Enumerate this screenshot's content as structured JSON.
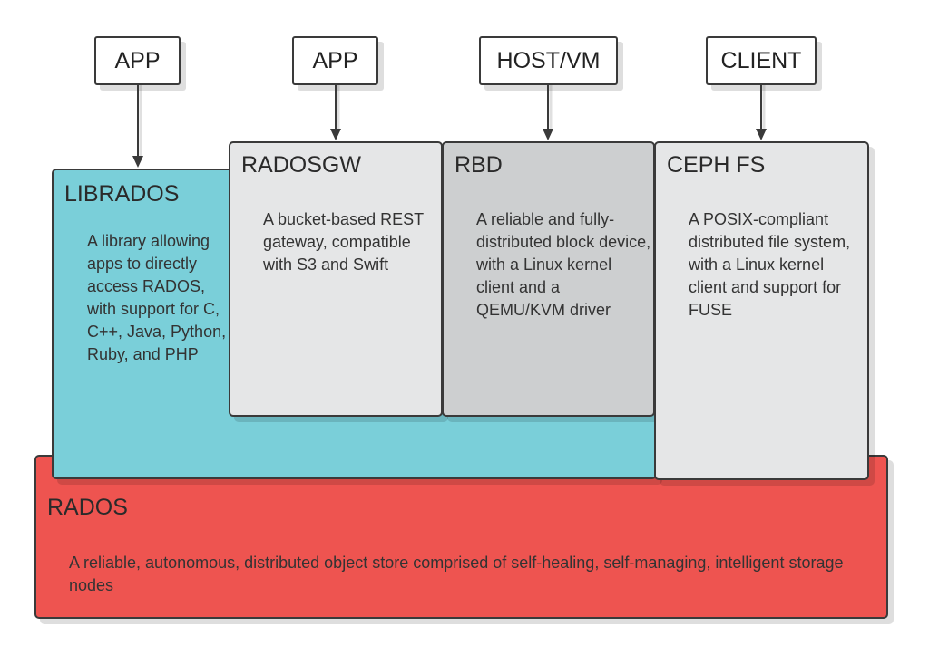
{
  "colors": {
    "librados": "#7acfd9",
    "rados": "#ee5450",
    "radosgw": "#e5e6e7",
    "rbd": "#cdcfd0",
    "cephfs": "#e5e6e7",
    "border": "#3a3a3a"
  },
  "clients": {
    "app1": "APP",
    "app2": "APP",
    "host": "HOST/VM",
    "client": "CLIENT"
  },
  "librados": {
    "title": "LIBRADOS",
    "desc": "A library allowing apps to directly access RADOS, with support for C, C++, Java, Python, Ruby, and PHP"
  },
  "radosgw": {
    "title": "RADOSGW",
    "desc": "A bucket-based REST gateway, compatible with S3 and Swift"
  },
  "rbd": {
    "title": "RBD",
    "desc": "A reliable and fully-distributed block device, with a Linux kernel client and a QEMU/KVM driver"
  },
  "cephfs": {
    "title": "CEPH FS",
    "desc": "A POSIX-compliant distributed file system, with a Linux kernel client and support for FUSE"
  },
  "rados": {
    "title": "RADOS",
    "desc": "A reliable, autonomous, distributed object store comprised of self-healing, self-managing, intelligent storage nodes"
  }
}
